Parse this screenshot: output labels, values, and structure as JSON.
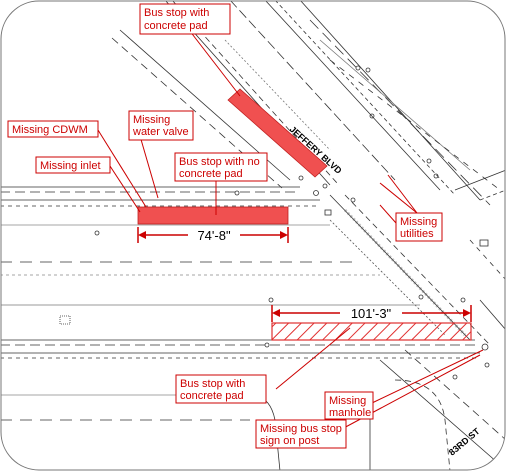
{
  "colors": {
    "annotation": "#cc0000",
    "annotation_fill": "#ffffff",
    "bus_stop_solid": "#f05050",
    "bus_stop_hatch": "#e03030",
    "linework": "#333333",
    "background": "#ffffff"
  },
  "streets": {
    "jeffery": "JEFFERY BLVD",
    "eighty_third": "83RD ST"
  },
  "dimensions": {
    "upper": "74'-8\"",
    "lower": "101'-3\""
  },
  "callouts": {
    "bus_stop_pad_top": [
      "Bus stop with",
      "concrete pad"
    ],
    "missing_cdwm": [
      "Missing CDWM"
    ],
    "missing_water_valve": [
      "Missing",
      "water valve"
    ],
    "missing_inlet": [
      "Missing inlet"
    ],
    "bus_stop_no_pad": [
      "Bus stop with no",
      "concrete pad"
    ],
    "missing_utilities": [
      "Missing",
      "utilities"
    ],
    "bus_stop_pad_bottom": [
      "Bus stop with",
      "concrete pad"
    ],
    "missing_manhole": [
      "Missing",
      "manhole"
    ],
    "missing_bus_stop_sign": [
      "Missing bus stop",
      "sign on post"
    ]
  }
}
